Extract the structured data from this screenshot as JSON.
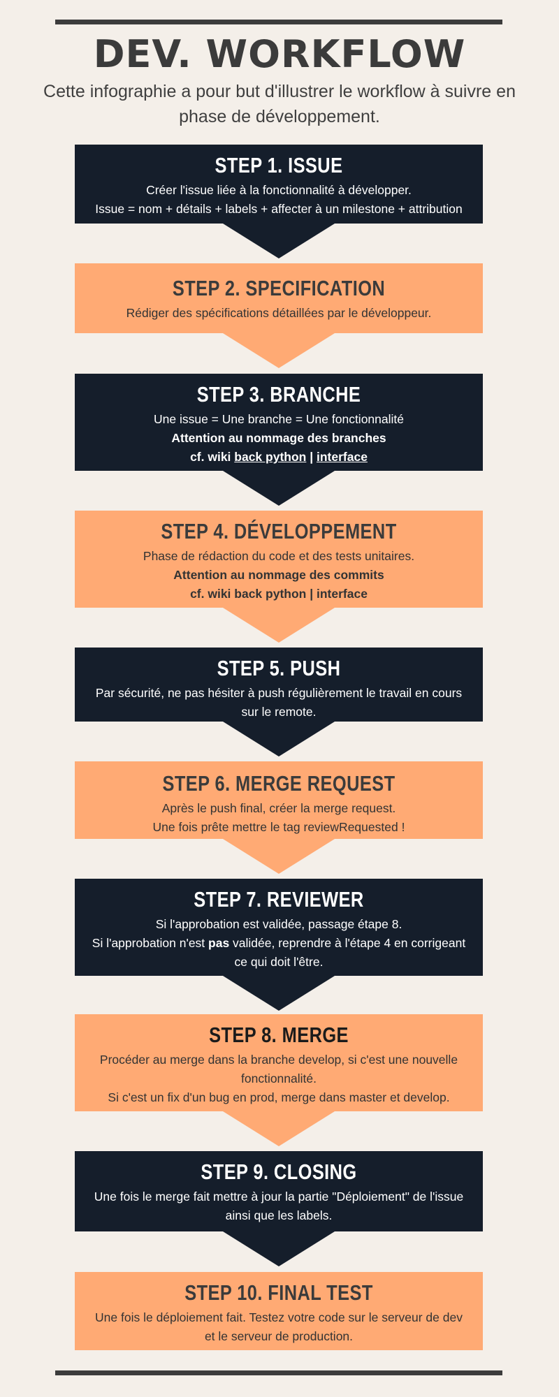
{
  "header": {
    "title": "DEV. WORKFLOW",
    "subtitle": "Cette infographie a pour but d'illustrer le workflow à suivre en phase de développement."
  },
  "steps": [
    {
      "title": "STEP 1. ISSUE",
      "lines": [
        "Créer l'issue liée à la fonctionnalité à développer.",
        "Issue = nom + détails + labels + affecter à un milestone + attribution"
      ]
    },
    {
      "title": "STEP 2. SPECIFICATION",
      "lines": [
        "Rédiger des spécifications détaillées par le développeur."
      ]
    },
    {
      "title": "STEP 3. BRANCHE",
      "lines": [
        "Une issue = Une branche = Une fonctionnalité",
        "Attention au nommage des branches"
      ],
      "wiki_prefix": "cf. wiki ",
      "wiki_link1": "back python",
      "wiki_sep": " | ",
      "wiki_link2": "interface"
    },
    {
      "title": "STEP 4. DÉVELOPPEMENT",
      "lines": [
        "Phase de rédaction du code et des tests unitaires.",
        "Attention au nommage des commits"
      ],
      "wiki_prefix": "cf. wiki ",
      "wiki_link1": "back python",
      "wiki_sep": " | ",
      "wiki_link2": "interface"
    },
    {
      "title": "STEP 5. PUSH",
      "lines": [
        "Par sécurité, ne pas hésiter à push régulièrement le travail en cours",
        "sur le remote."
      ]
    },
    {
      "title": "STEP 6. MERGE REQUEST",
      "lines": [
        "Après le push final, créer la merge request.",
        "Une fois prête mettre le tag reviewRequested !"
      ]
    },
    {
      "title": "STEP 7. REVIEWER",
      "lines": [
        "Si l'approbation est validée, passage étape 8."
      ],
      "line2_a": "Si l'approbation n'est ",
      "line2_b": "pas",
      "line2_c": " validée, reprendre à l'étape 4 en corrigeant",
      "line3": "ce qui doit l'être."
    },
    {
      "title": "STEP 8. MERGE",
      "lines": [
        "Procéder au merge dans la branche develop, si c'est une nouvelle",
        "fonctionnalité.",
        "Si c'est un fix d'un bug en prod, merge dans master et develop."
      ]
    },
    {
      "title": "STEP 9. CLOSING",
      "lines": [
        "Une fois le merge fait mettre à jour la partie \"Déploiement\" de l'issue",
        "ainsi que les labels."
      ]
    },
    {
      "title": "STEP 10. FINAL TEST",
      "lines": [
        "Une fois le déploiement fait. Testez votre code sur le serveur de dev",
        "et le serveur de production."
      ]
    }
  ],
  "colors": {
    "background": "#f4efe9",
    "dark_block": "#151e2b",
    "light_block": "#ffaa74",
    "rule": "#3c3c3c"
  }
}
